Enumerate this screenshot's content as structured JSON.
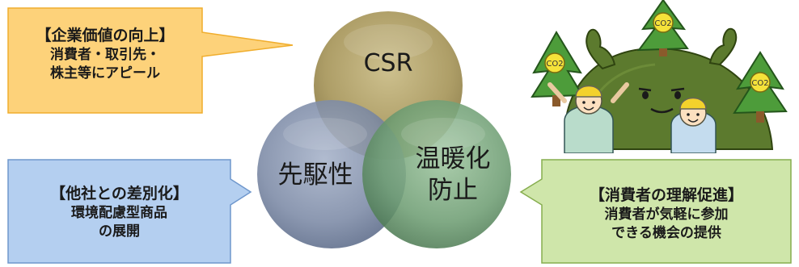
{
  "callouts": {
    "top_left": {
      "title": "【企業価値の向上】",
      "lines": [
        "消費者・取引先・",
        "株主等にアピール"
      ],
      "fill": "#fdd27a",
      "stroke": "#f0ad2c"
    },
    "bottom_left": {
      "title": "【他社との差別化】",
      "lines": [
        "環境配慮型商品",
        "の展開"
      ],
      "fill": "#b4cff0",
      "stroke": "#6f97cc"
    },
    "bottom_right": {
      "title": "【消費者の理解促進】",
      "lines": [
        "消費者が気軽に参加",
        "できる機会の提供"
      ],
      "fill": "#cfe6aa",
      "stroke": "#86ad4e"
    }
  },
  "circles": {
    "top": {
      "label": "CSR",
      "color": "#a8975c"
    },
    "left": {
      "label": "先駆性",
      "color": "#7c8aa6"
    },
    "right": {
      "label": "温暖化\n防止",
      "color": "#6f9e74"
    }
  },
  "mascot": {
    "tree_label": "CO2",
    "icon": "co2-tree-mascot-icon"
  }
}
